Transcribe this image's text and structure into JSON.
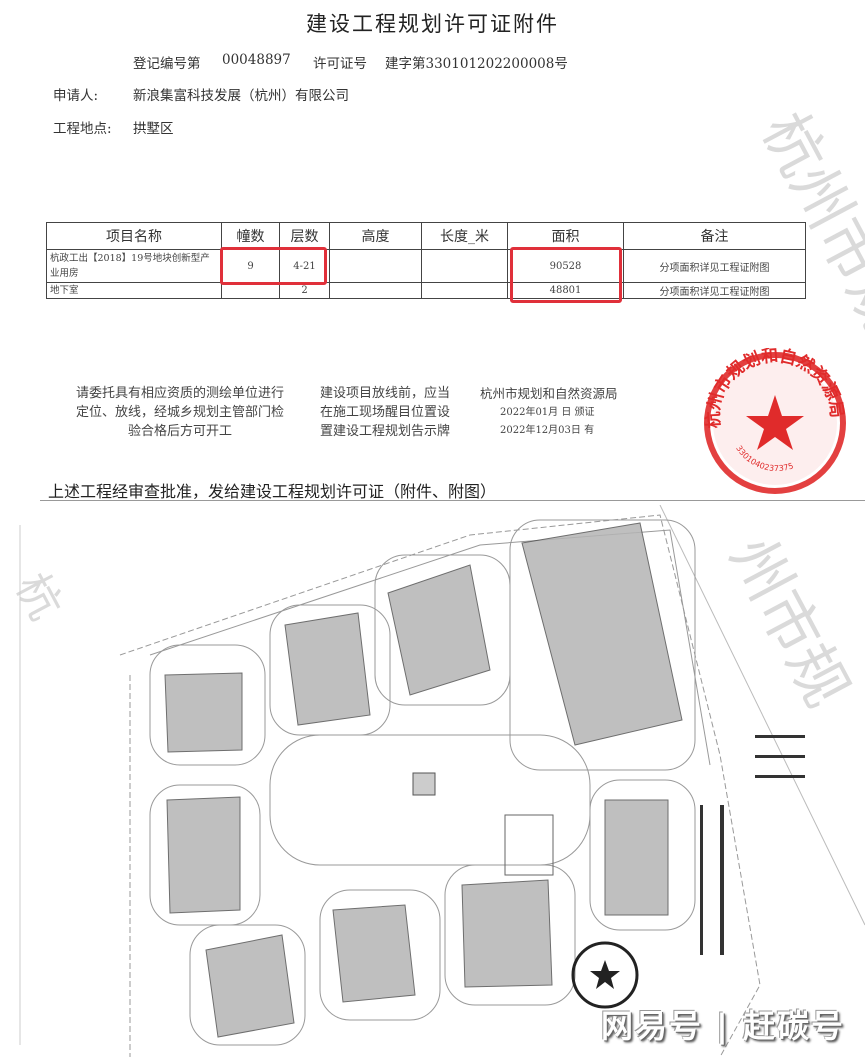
{
  "document": {
    "title": "建设工程规划许可证附件",
    "registration_label": "登记编号第",
    "registration_number": "00048897",
    "permit_label": "许可证号",
    "permit_number": "建字第330101202200008号",
    "applicant_label": "申请人:",
    "applicant": "新浪集富科技发展（杭州）有限公司",
    "site_label": "工程地点:",
    "site": "拱墅区"
  },
  "table": {
    "headers": [
      "项目名称",
      "幢数",
      "层数",
      "高度",
      "长度_米",
      "面积",
      "备注"
    ],
    "rows": [
      [
        "杭政工出【2018】19号地块创新型产业用房",
        "9",
        "4-21",
        "",
        "",
        "90528",
        "分项面积详见工程证附图"
      ],
      [
        "地下室",
        "",
        "2",
        "",
        "",
        "48801",
        "分项面积详见工程证附图"
      ]
    ]
  },
  "notes": {
    "left": [
      "请委托具有相应资质的测绘单位进行",
      "定位、放线，经城乡规划主管部门检",
      "验合格后方可开工"
    ],
    "right": [
      "建设项目放线前，应当",
      "在施工现场醒目位置设",
      "置建设工程规划告示牌"
    ],
    "issuer": "杭州市规划和自然资源局",
    "date_line1": "2022年01月 日 颁证",
    "date_line2": "2022年12月03日 有"
  },
  "approval_statement": "上述工程经审查批准，发给建设工程规划许可证（附件、附图）",
  "stamp": {
    "text": "杭州市规划和自然资源局",
    "code": "3301040237375"
  },
  "watermark": {
    "text": "杭州市规划和自然资源局",
    "platform": "网易号 | 赶碳号"
  },
  "colors": {
    "highlight": "#e0303a",
    "stamp": "#e02b2b"
  }
}
